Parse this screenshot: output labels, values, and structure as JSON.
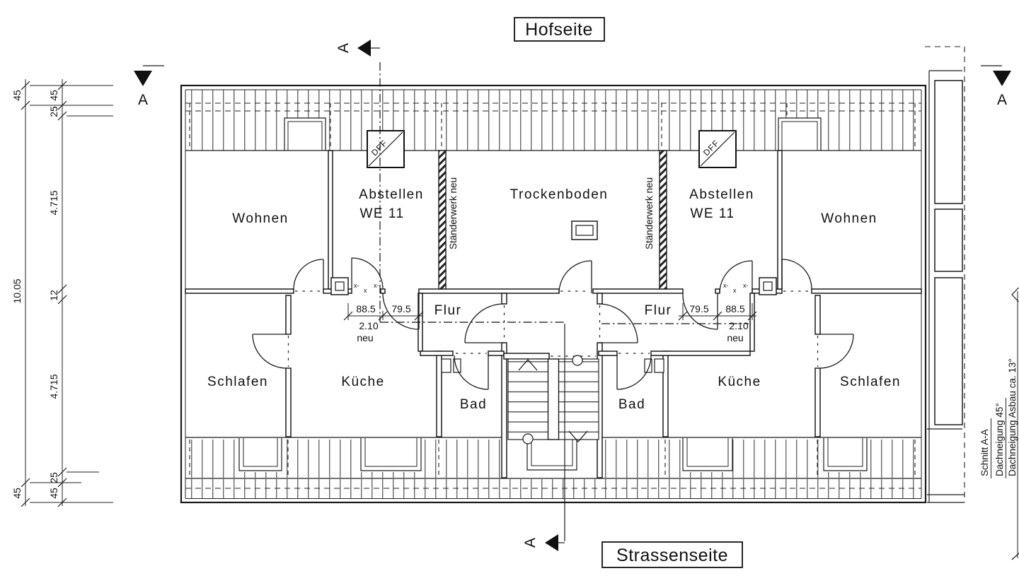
{
  "titles": {
    "hofseite": "Hofseite",
    "strassenseite": "Strassenseite"
  },
  "rooms": {
    "wohnen_left": "Wohnen",
    "abstellen": "Abstellen",
    "we11": "WE 11",
    "trockenboden": "Trockenboden",
    "wohnen_right": "Wohnen",
    "schlafen_left": "Schlafen",
    "kueche_left": "Küche",
    "bad_left": "Bad",
    "flur_left": "Flur",
    "flur_right": "Flur",
    "bad_right": "Bad",
    "kueche_right": "Küche",
    "schlafen_right": "Schlafen"
  },
  "annotations": {
    "staenderwerk": "Ständerwerk neu",
    "dff": "DFF",
    "x_mark": "x-",
    "x_mark_small": "x"
  },
  "door_dims": {
    "left_a": "88.5",
    "left_b": "79.5",
    "left_h": "2.10",
    "left_note": "neu",
    "right_a": "79.5",
    "right_b": "88.5",
    "right_h": "2.10",
    "right_note": "neu"
  },
  "dims_left": {
    "outer_top": "45",
    "overall": "10.05",
    "outer_bottom": "45",
    "in_45t": "45",
    "in_25t": "25",
    "room_top": "4.715",
    "wall": "12",
    "room_bottom": "4.715",
    "in_25b": "25",
    "in_45b": "45"
  },
  "section": {
    "letter": "A",
    "schnitt": "Schnitt A-A",
    "neigung": "Dachneigung 45°",
    "neigung_asbau": "Dachneigung Asbau ca. 13°"
  },
  "colors": {
    "line": "#1a1a1a",
    "background": "#ffffff"
  }
}
